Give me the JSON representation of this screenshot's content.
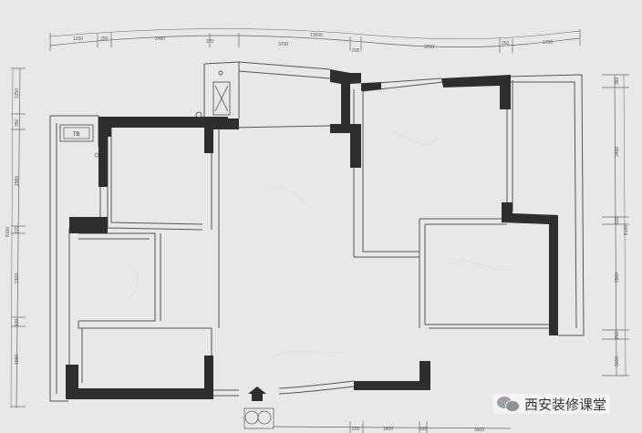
{
  "top_dimensions": {
    "overall": "13650",
    "segments": [
      "1200",
      "250",
      "2480",
      "370",
      "3700",
      "200",
      "3700",
      "250",
      "1750"
    ]
  },
  "left_dimensions": {
    "overall": "8100",
    "segments": [
      "1250",
      "350",
      "2580",
      "120",
      "2300",
      "120",
      "1980"
    ]
  },
  "right_dimensions": {
    "overall": "8100",
    "segments": [
      "380",
      "3480",
      "120",
      "2880",
      "200",
      "1000"
    ]
  },
  "bottom_dimensions": [
    "200",
    "1600",
    "120",
    "3900"
  ],
  "fixtures": {
    "water_heater_label": "TB"
  },
  "watermark": {
    "text": "西安装修课堂",
    "icon": "wechat-bubble-icon"
  },
  "colors": {
    "wall_fill": "#2e2e2e",
    "line": "#555555",
    "background": "#ecebe9"
  }
}
